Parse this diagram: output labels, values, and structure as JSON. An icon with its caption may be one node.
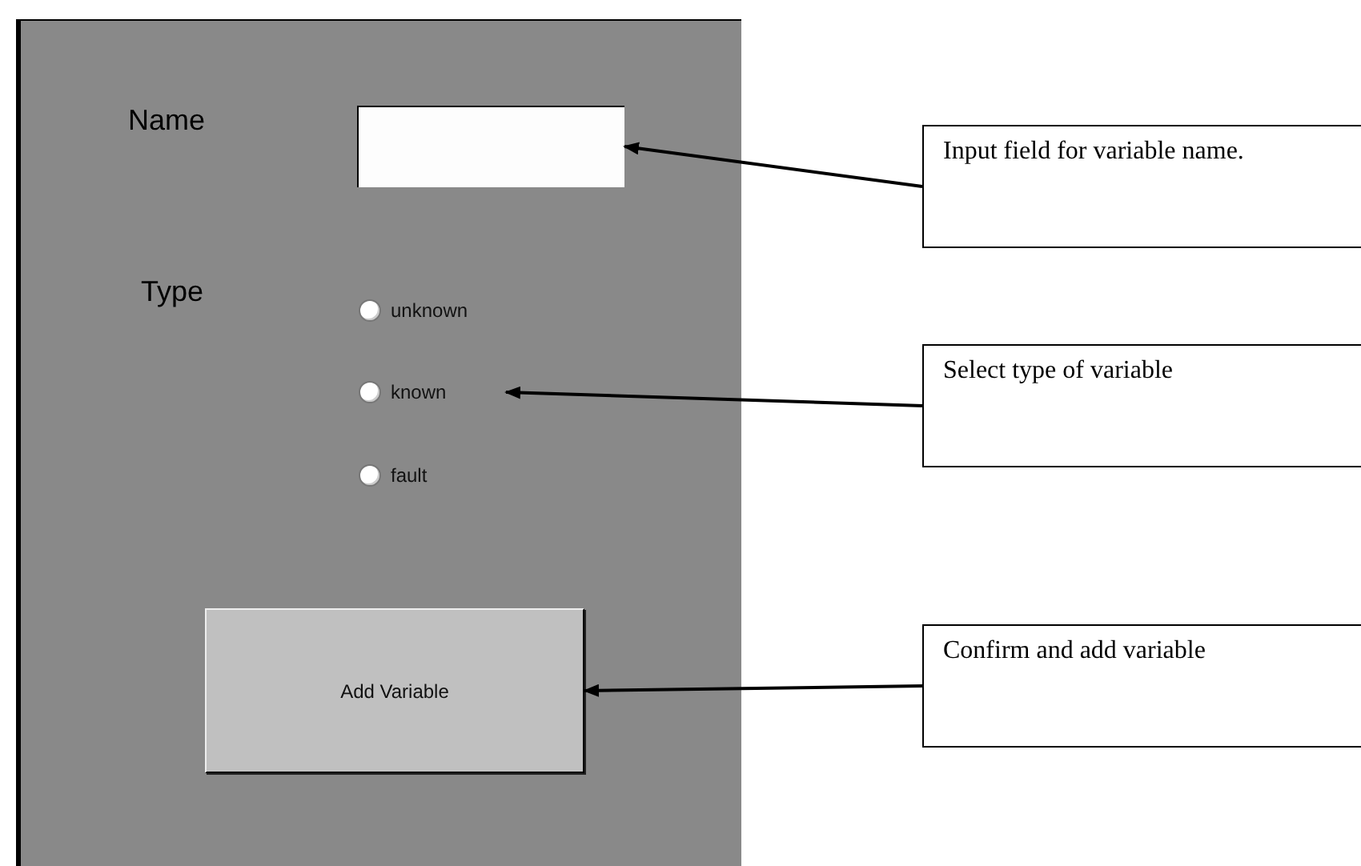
{
  "diagram": {
    "nodes": [
      {
        "text": [],
        "shape": "box"
      },
      {
        "text": [],
        "shape": "box",
        "in": 0
      },
      {
        "text": [
          "unknown"
        ],
        "in": 0
      },
      {
        "text": [
          "known"
        ],
        "in": 0
      },
      {
        "text": [
          "fault"
        ],
        "in": 0
      },
      {
        "text": [
          "Add Variable"
        ],
        "in": 0
      },
      {
        "text": [
          "Input field for variable name."
        ]
      },
      {
        "text": [
          "Select type of variable"
        ]
      },
      {
        "text": [
          "Confirm and add variable"
        ]
      }
    ],
    "edges": [
      {
        "from": 6,
        "to": 1,
        "arrow": "to"
      },
      {
        "from": 7,
        "to": 3,
        "arrow": "to"
      },
      {
        "from": 8,
        "to": 5,
        "arrow": "to"
      }
    ],
    "labels": [
      "Name",
      "Type"
    ]
  }
}
